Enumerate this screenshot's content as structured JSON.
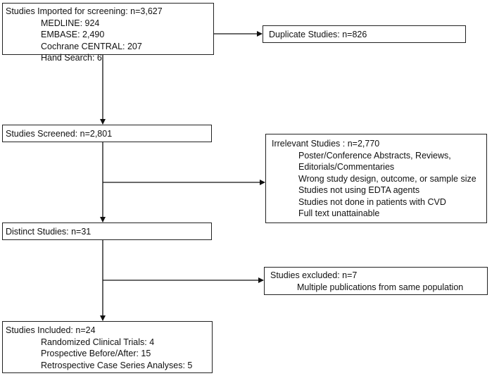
{
  "boxes": {
    "imported": {
      "title": "Studies Imported for screening: n=3,627",
      "items": [
        "MEDLINE: 924",
        "EMBASE: 2,490",
        "Cochrane CENTRAL: 207",
        "Hand Search: 6"
      ]
    },
    "duplicates": {
      "title": "Duplicate Studies: n=826"
    },
    "screened": {
      "title": "Studies Screened: n=2,801"
    },
    "irrelevant": {
      "title": "Irrelevant Studies : n=2,770",
      "items": [
        "Poster/Conference Abstracts, Reviews,",
        "Editorials/Commentaries",
        "Wrong study design, outcome, or sample size",
        "Studies not using EDTA agents",
        "Studies not done in patients with CVD",
        "Full text unattainable"
      ]
    },
    "distinct": {
      "title": "Distinct Studies: n=31"
    },
    "excluded": {
      "title": "Studies excluded: n=7",
      "items": [
        "Multiple publications from same population"
      ]
    },
    "included": {
      "title": "Studies Included: n=24",
      "items": [
        "Randomized Clinical Trials: 4",
        "Prospective Before/After: 15",
        "Retrospective Case Series Analyses: 5"
      ]
    }
  }
}
